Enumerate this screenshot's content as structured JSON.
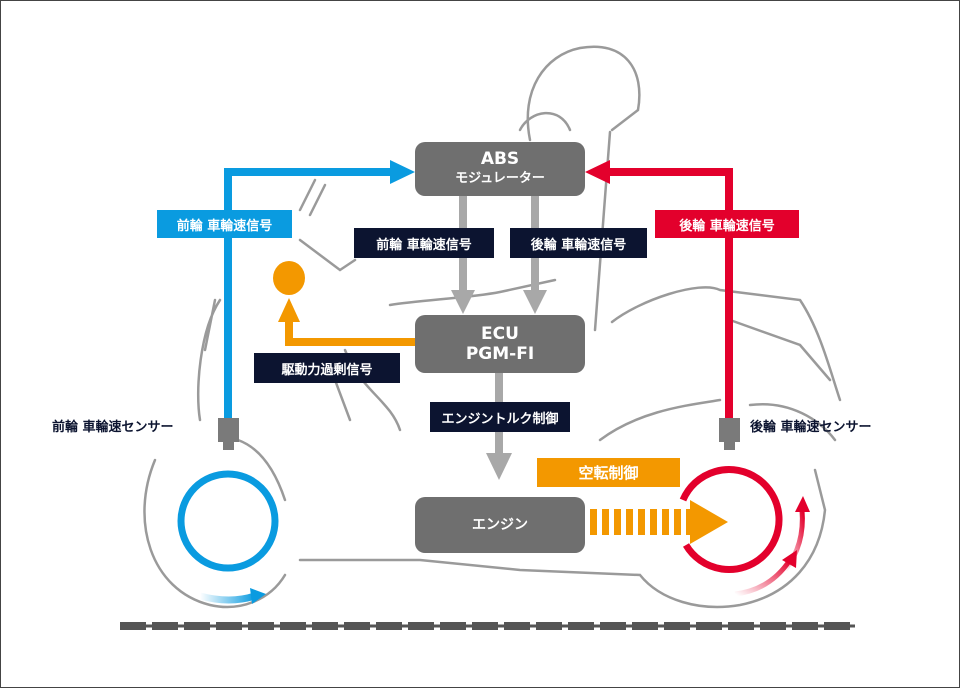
{
  "abs": {
    "line1": "ABS",
    "line2": "モジュレーター"
  },
  "ecu": {
    "line1": "ECU",
    "line2": "PGM-FI"
  },
  "engine": {
    "label": "エンジン"
  },
  "signals": {
    "front_left": "前輪 車輪速信号",
    "rear_right": "後輪 車輪速信号",
    "front_center": "前輪 車輪速信号",
    "rear_center": "後輪 車輪速信号",
    "excess_drive": "駆動力過剰信号",
    "torque_control": "エンジントルク制御",
    "slip_control": "空転制御"
  },
  "sensors": {
    "front": "前輪 車輪速センサー",
    "rear": "後輪 車輪速センサー"
  },
  "colors": {
    "front": "#0a9be0",
    "rear": "#e3002c",
    "orange": "#f39800",
    "box": "#6f6f6f",
    "navy": "#0c1430",
    "arrow_gray": "#a8a8a8"
  }
}
